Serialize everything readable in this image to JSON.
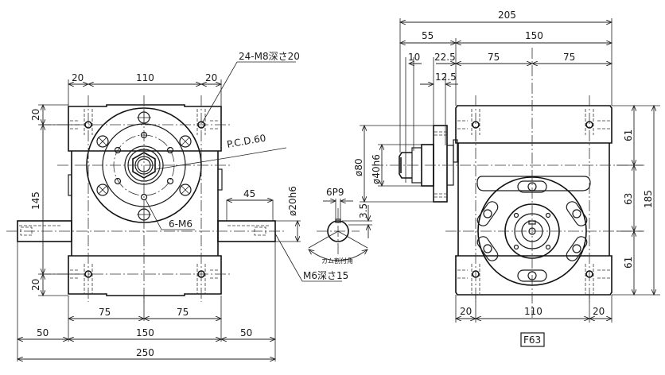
{
  "drawing": {
    "model_label": "F63",
    "front_view": {
      "dims": {
        "top_left": "20",
        "top_center": "110",
        "top_right": "20",
        "left_top": "20",
        "left_mid": "145",
        "left_bottom": "20",
        "bottom_l75": "75",
        "bottom_r75": "75",
        "bottom_left50": "50",
        "bottom_150": "150",
        "bottom_right50": "50",
        "bottom_total": "250",
        "shaft_length": "45",
        "shaft_dia": "ø20h6"
      },
      "callouts": {
        "tapped_holes": "24-M8深さ20",
        "pcd": "P.C.D.60",
        "flange_holes": "6-M6",
        "shaft_tap": "M6深さ15"
      }
    },
    "keyway_detail": {
      "key_width": "6P9",
      "key_depth": "3.5",
      "cam_angle_label": "カム割付角"
    },
    "side_view": {
      "dims": {
        "total_width": "205",
        "left_55": "55",
        "right_150": "150",
        "d10": "10",
        "d22_5": "22.5",
        "d12_5": "12.5",
        "r75a": "75",
        "r75b": "75",
        "dia80": "ø80",
        "dia40": "ø40h6",
        "h61_top": "61",
        "h63": "63",
        "h61_bot": "61",
        "h185": "185",
        "bottom_l20": "20",
        "bottom_110": "110",
        "bottom_r20": "20"
      }
    }
  }
}
